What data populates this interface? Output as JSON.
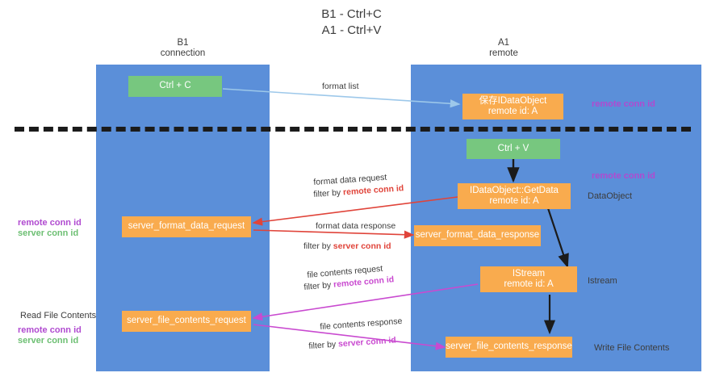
{
  "title": {
    "line1": "B1 - Ctrl+C",
    "line2": "A1 - Ctrl+V"
  },
  "lanes": [
    {
      "id": "b1",
      "name": "B1",
      "role": "connection"
    },
    {
      "id": "a1",
      "name": "A1",
      "role": "remote"
    }
  ],
  "nodes": {
    "ctrl_c": {
      "line1": "Ctrl + C",
      "line2": ""
    },
    "save_dataobj": {
      "line1": "保存IDataObject",
      "line2": "remote id: A"
    },
    "ctrl_v": {
      "line1": "Ctrl + V",
      "line2": ""
    },
    "getdata": {
      "line1": "IDataObject::GetData",
      "line2": "remote id: A"
    },
    "fmt_req": {
      "line1": "server_format_data_request",
      "line2": ""
    },
    "fmt_resp": {
      "line1": "server_format_data_response",
      "line2": ""
    },
    "istream": {
      "line1": "IStream",
      "line2": "remote id: A"
    },
    "file_req": {
      "line1": "server_file_contents_request",
      "line2": ""
    },
    "file_resp": {
      "line1": "server_file_contents_response",
      "line2": ""
    }
  },
  "edge_labels": {
    "format_list": "format list",
    "fmt_req_top": "format data request",
    "fmt_req_filter_prefix": "filter by ",
    "fmt_req_filter_key": "remote conn id",
    "fmt_resp_top": "format data response",
    "fmt_resp_filter_prefix": "filter by ",
    "fmt_resp_filter_key": "server conn id",
    "file_req_top": "file contents request",
    "file_req_filter_prefix": "filter by ",
    "file_req_filter_key": "remote conn id",
    "file_resp_top": "file contents response",
    "file_resp_filter_prefix": "filter by ",
    "file_resp_filter_key": "server conn id"
  },
  "annotations": {
    "right_remote_conn_top": "remote conn id",
    "right_remote_conn_mid": "remote conn id",
    "right_dataobject": "DataObject",
    "right_istream": "Istream",
    "right_write_file": "Write File Contents",
    "left_remote_conn_mid": "remote conn id",
    "left_server_conn_mid": "server conn id",
    "left_read_file": "Read File Contents",
    "left_remote_conn_bot": "remote conn id",
    "left_server_conn_bot": "server conn id"
  },
  "colors": {
    "lane": "#5b8fd9",
    "node_green": "#77c77f",
    "node_orange": "#f9ab4e",
    "remote_conn": "#b04ad0",
    "server_conn": "#6dbf73",
    "arrow_blue": "#9dc8ea",
    "arrow_red": "#e0443a",
    "arrow_pink": "#c94ad0",
    "arrow_black": "#1b1b1b",
    "divider": "#1b1b1b"
  }
}
